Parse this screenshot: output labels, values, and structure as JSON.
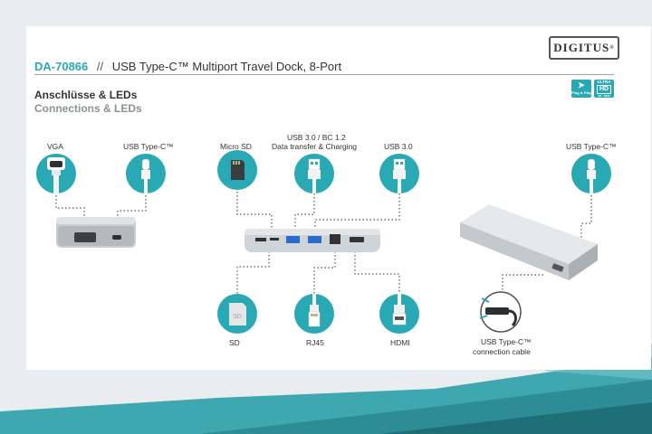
{
  "header": {
    "model": "DA-70866",
    "separator": "//",
    "product": "USB Type-C™ Multiport Travel Dock, 8-Port"
  },
  "brand": {
    "logo_text": "DIGITUS"
  },
  "section": {
    "title_de": "Anschlüsse & LEDs",
    "title_en": "Connections & LEDs"
  },
  "badges": {
    "plug_play": "Plug & Play",
    "ultra_hd_top": "ULTRA",
    "ultra_hd_mid": "HD",
    "ultra_hd_bottom": "4K · 3840"
  },
  "ports": {
    "vga": "VGA",
    "usb_c_left": "USB Type-C™",
    "micro_sd": "Micro SD",
    "usb30_bc_line1": "USB 3.0 / BC 1.2",
    "usb30_bc_line2": "Data transfer & Charging",
    "usb30": "USB 3.0",
    "usb_c_right": "USB Type-C™",
    "sd": "SD",
    "rj45": "RJ45",
    "hdmi": "HDMI",
    "cable_line1": "USB Type-C™",
    "cable_line2": "connection cable"
  },
  "colors": {
    "accent": "#29a9b3",
    "background": "#e9edef",
    "card": "#ffffff",
    "text": "#333333",
    "subtitle": "#8a9296"
  }
}
